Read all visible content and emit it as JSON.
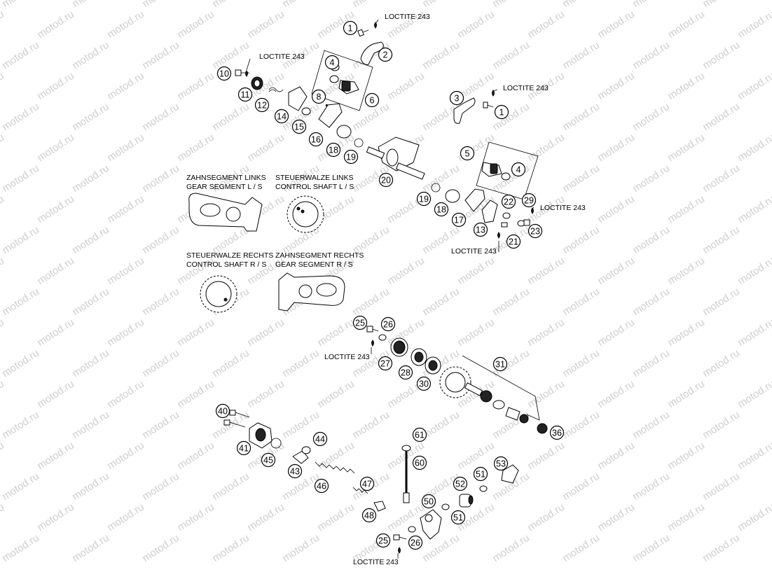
{
  "watermark": "motod.ru",
  "labels": {
    "loctite": "LOCTITE 243",
    "gear_segment_left_de": "ZAHNSEGMENT LINKS",
    "gear_segment_left_en": "GEAR SEGMENT L / S",
    "control_shaft_left_de": "STEUERWALZE LINKS",
    "control_shaft_left_en": "CONTROL SHAFT L / S",
    "control_shaft_right_de": "STEUERWALZE RECHTS",
    "control_shaft_right_en": "CONTROL SHAFT R / S",
    "gear_segment_right_de": "ZAHNSEGMENT RECHTS",
    "gear_segment_right_en": "GEAR SEGMENT R / S"
  },
  "callouts": [
    "1",
    "2",
    "4",
    "6",
    "10",
    "11",
    "12",
    "14",
    "8",
    "15",
    "16",
    "18",
    "19",
    "3",
    "1",
    "5",
    "4",
    "20",
    "29",
    "22",
    "23",
    "19",
    "18",
    "17",
    "13",
    "21",
    "25",
    "26",
    "27",
    "28",
    "30",
    "31",
    "36",
    "40",
    "41",
    "45",
    "44",
    "43",
    "46",
    "47",
    "48",
    "61",
    "60",
    "53",
    "51",
    "52",
    "50",
    "51",
    "25",
    "26"
  ]
}
